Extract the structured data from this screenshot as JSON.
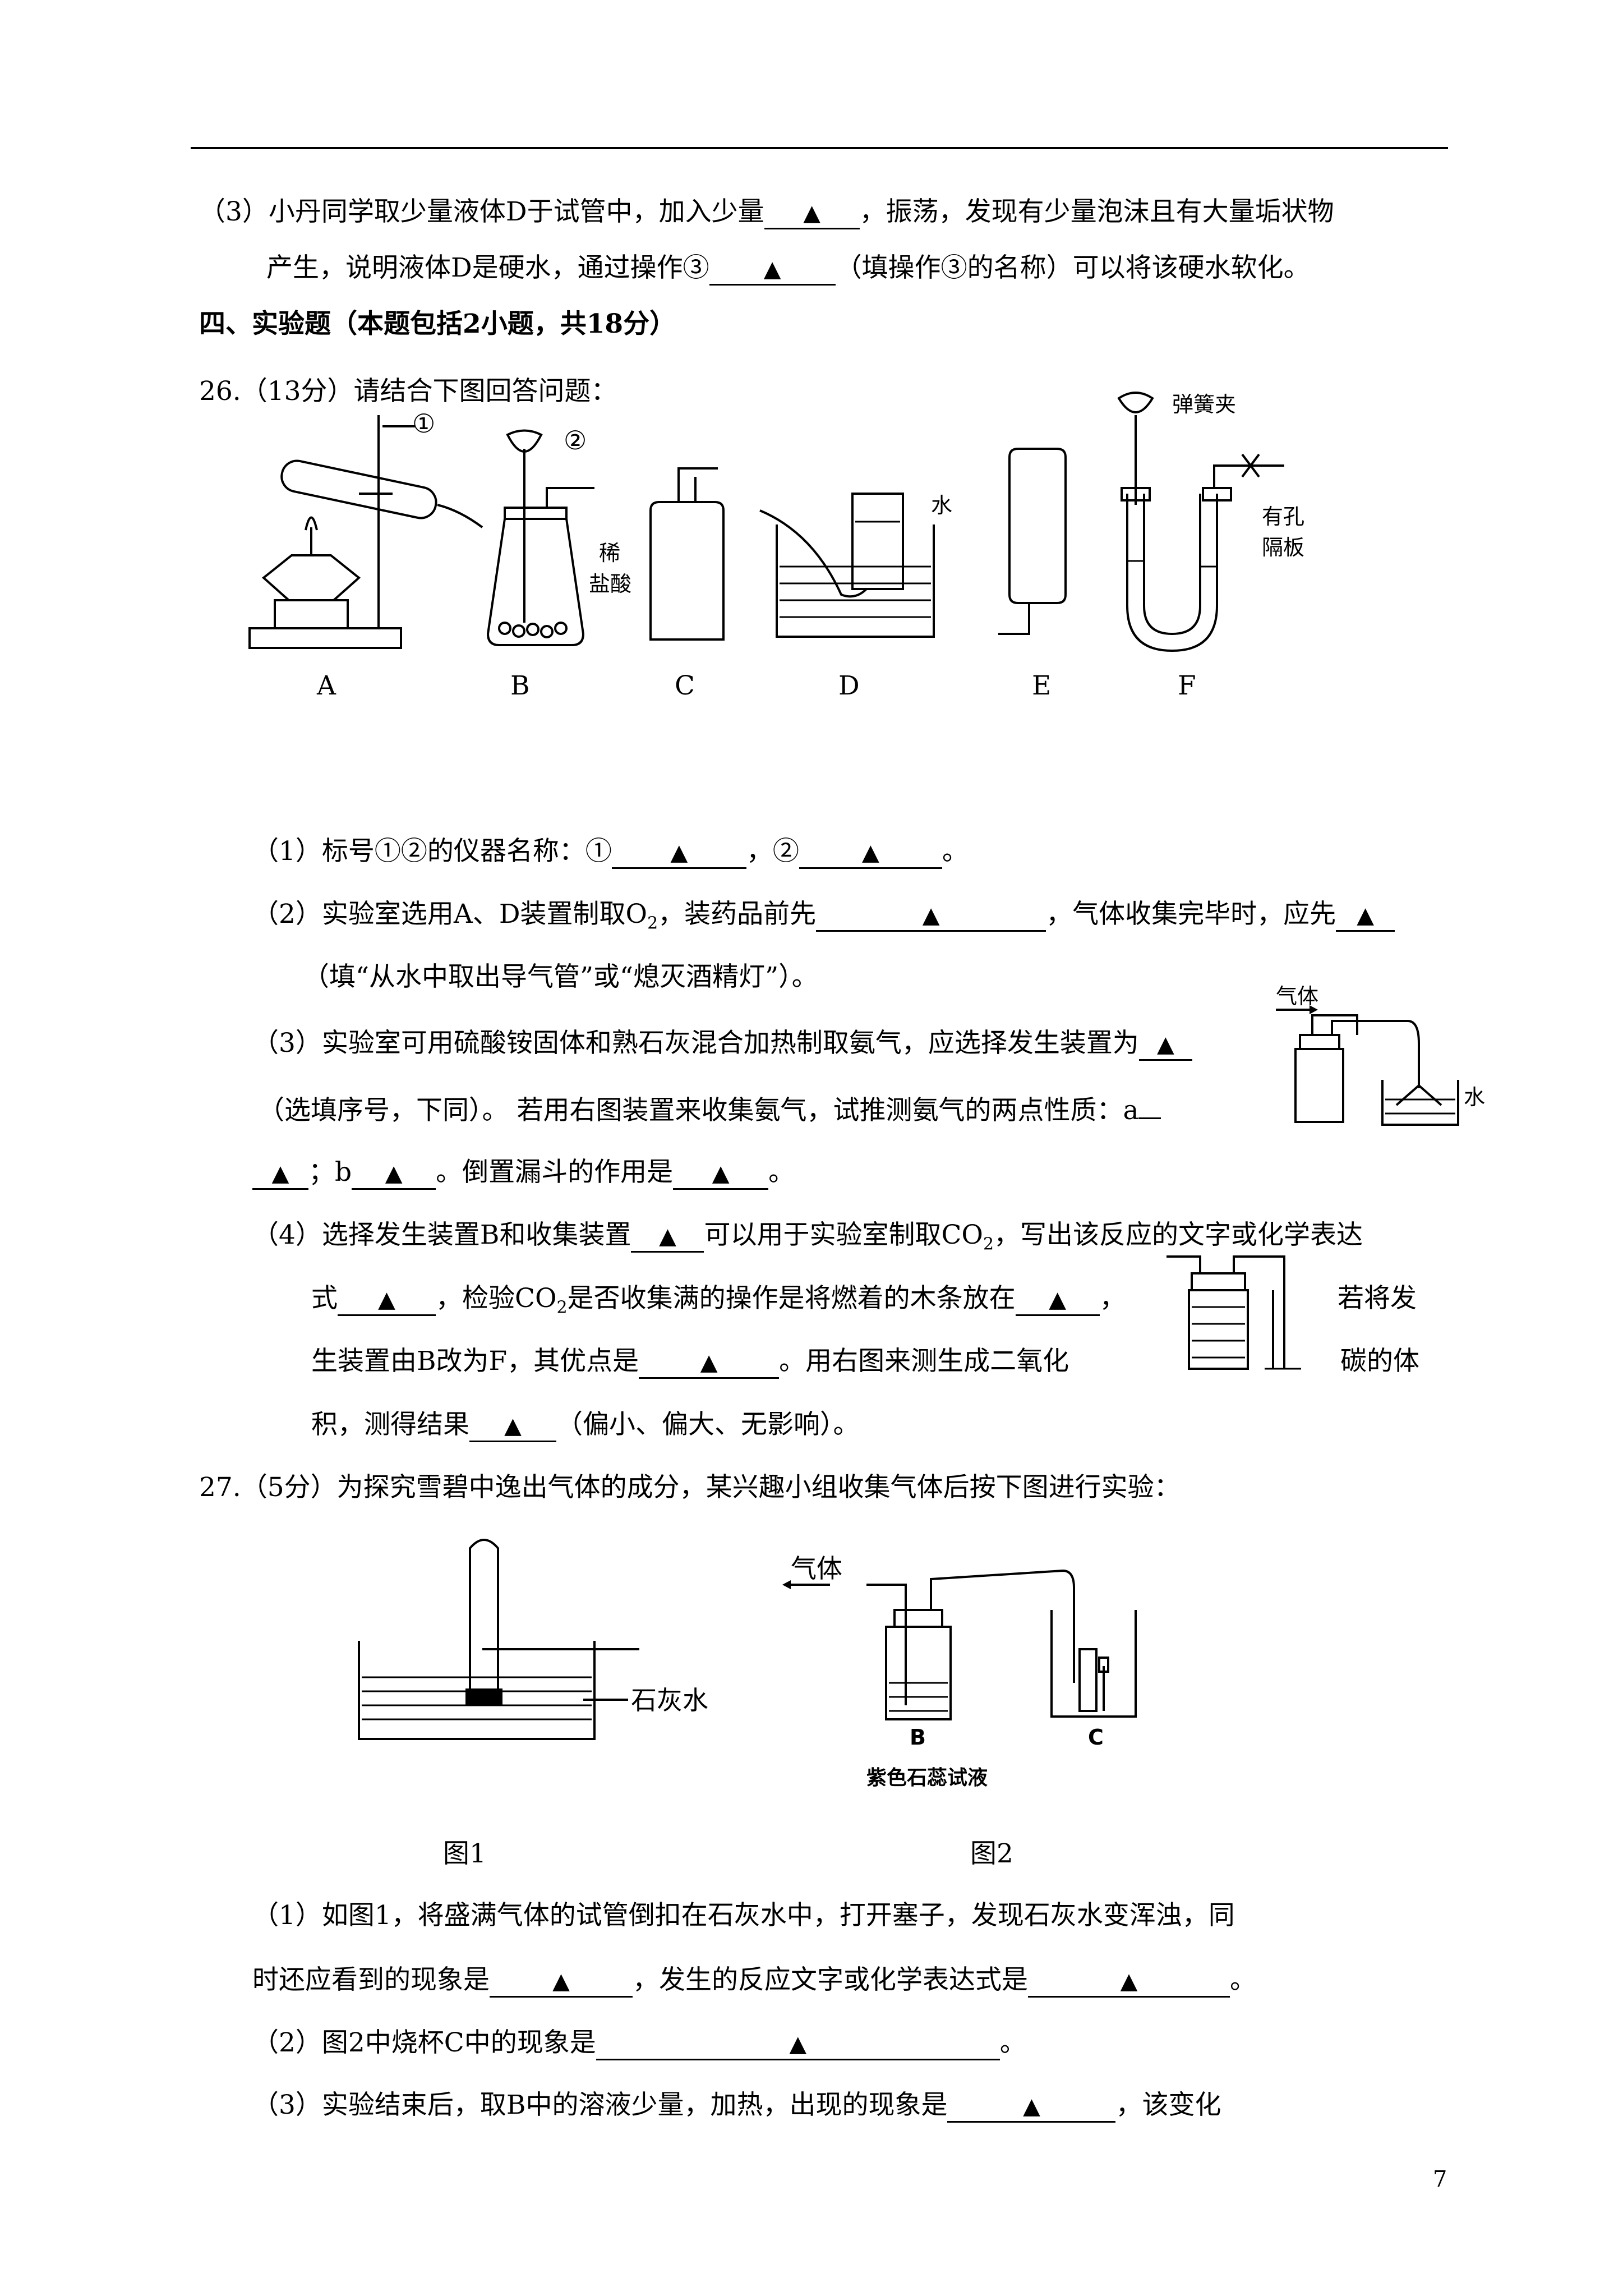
{
  "q25_3": {
    "l1a": "（3）小丹同学取少量液体D于试管中，加入少量",
    "l1b": "，振荡，发现有少量泡沫且有大量垢状物",
    "l2a": "产生，说明液体D是硬水，通过操作③",
    "l2b": "（填操作③的名称）可以将该硬水软化。"
  },
  "section_title": "四、实验题（本题包括2小题，共18分）",
  "blank_mark": "▲",
  "q26": {
    "intro": "26.（13分）请结合下图回答问题：",
    "labels": {
      "one": "①",
      "two": "②",
      "dilute": "稀",
      "hcl": "盐酸",
      "water": "水",
      "clip": "弹簧夹",
      "holes": "有孔",
      "plate": "隔板",
      "gas": "气体",
      "water2": "水"
    },
    "apparatus": [
      "A",
      "B",
      "C",
      "D",
      "E",
      "F"
    ],
    "p1a": "（1）标号①②的仪器名称：①",
    "p1b": "，②",
    "p1c": "。",
    "p2a": "（2）实验室选用A、D装置制取O",
    "p2sub": "2",
    "p2b": "，装药品前先",
    "p2c": "，气体收集完毕时，应先",
    "p2d": "（填“从水中取出导气管”或“熄灭酒精灯”）。",
    "p3a": "（3）实验室可用硫酸铵固体和熟石灰混合加热制取氨气，应选择发生装置为",
    "p3b": "（选填序号，下同）。 若用右图装置来收集氨气，试推测氨气的两点性质：a",
    "p3c": "；b",
    "p3d": "。倒置漏斗的作用是",
    "p3e": "。",
    "p4a": "（4）选择发生装置B和收集装置",
    "p4b": "可以用于实验室制取CO",
    "p4c": "，写出该反应的文字或化学表达",
    "p4d": "式",
    "p4e": "，检验CO",
    "p4f": "是否收集满的操作是将燃着的木条放在",
    "p4g": "，",
    "p4h": "若将发",
    "p4i": "生装置由B改为F，其优点是",
    "p4j": "。用右图来测生成二氧化",
    "p4k": "碳的体",
    "p4l": "积，测得结果",
    "p4m": "（偏小、偏大、无影响）。"
  },
  "q27": {
    "intro": "27.（5分）为探究雪碧中逸出气体的成分，某兴趣小组收集气体后按下图进行实验：",
    "fig1_label": "石灰水",
    "fig2_gas": "气体",
    "fig2_b": "B",
    "fig2_c": "C",
    "fig2_reagent": "紫色石蕊试液",
    "cap1": "图1",
    "cap2": "图2",
    "p1a": "（1）如图1，将盛满气体的试管倒扣在石灰水中，打开塞子，发现石灰水变浑浊，同",
    "p1b": "时还应看到的现象是",
    "p1c": "，发生的反应文字或化学表达式是",
    "p1d": "。",
    "p2a": "（2）图2中烧杯C中的现象是",
    "p2b": "。",
    "p3a": "（3）实验结束后，取B中的溶液少量，加热，出现的现象是",
    "p3b": "，该变化"
  },
  "page_number": "7"
}
